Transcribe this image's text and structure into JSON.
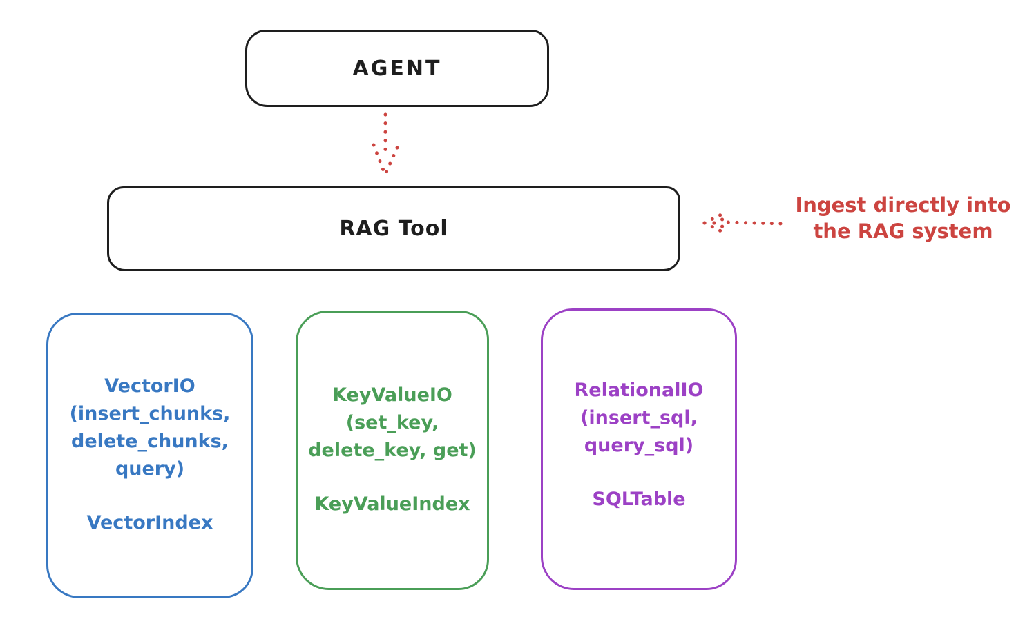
{
  "colors": {
    "ink": "#1e1e1e",
    "red": "#cc4440",
    "blue": "#3878c2",
    "green": "#4a9e57",
    "purple": "#9c41c5"
  },
  "nodes": {
    "agent": {
      "label": "AGENT"
    },
    "rag_tool": {
      "label": "RAG Tool"
    }
  },
  "annotation": {
    "text": "Ingest directly into\nthe RAG system"
  },
  "stores": {
    "vector": {
      "signature": "VectorIO\n(insert_chunks,\ndelete_chunks,\nquery)",
      "index_class": "VectorIndex"
    },
    "keyvalue": {
      "signature": "KeyValueIO\n(set_key,\ndelete_key, get)",
      "index_class": "KeyValueIndex"
    },
    "relational": {
      "signature": "RelationalIO\n(insert_sql,\nquery_sql)",
      "index_class": "SQLTable"
    }
  }
}
